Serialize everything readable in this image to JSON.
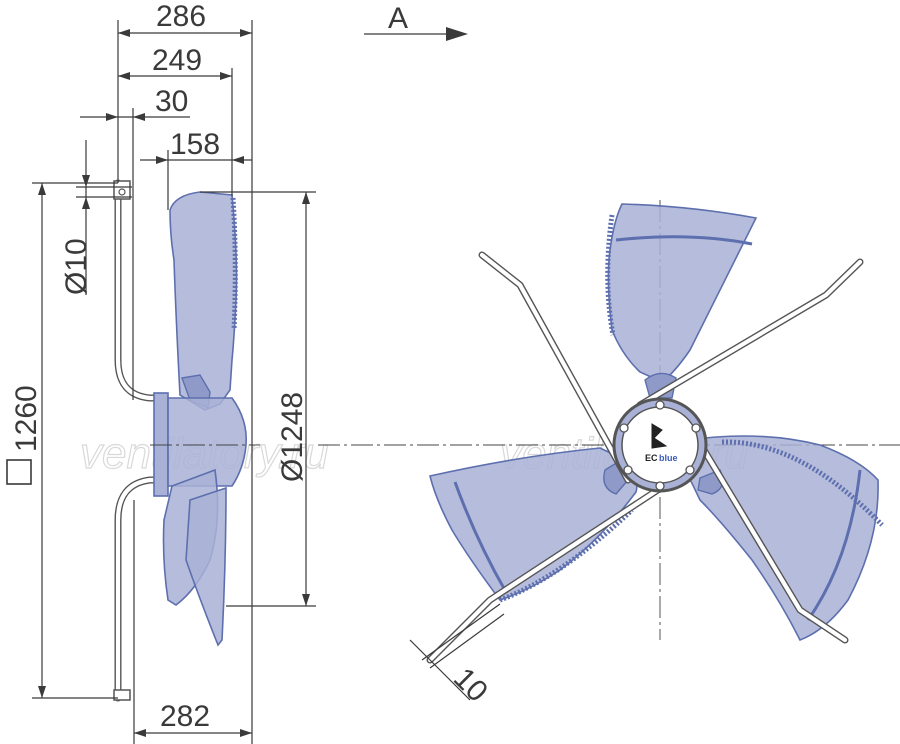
{
  "view_label": "A",
  "dimensions": {
    "overall_depth": "286",
    "blade_depth": "249",
    "offset": "30",
    "hub_depth": "158",
    "hole_diameter": "Ø10",
    "frame_size": "1260",
    "blade_diameter": "Ø1248",
    "mount_depth": "282",
    "guard_wire": "10"
  },
  "logo": {
    "text_ec": "EC",
    "text_blue": "blue"
  },
  "watermarks": [
    "ventilatory.ru",
    "ventilatory.ru"
  ],
  "colors": {
    "blade_fill": "#a9b2d6",
    "blade_outline": "#5d6fae",
    "guard": "#555555",
    "dimension": "#3a3a3a"
  }
}
